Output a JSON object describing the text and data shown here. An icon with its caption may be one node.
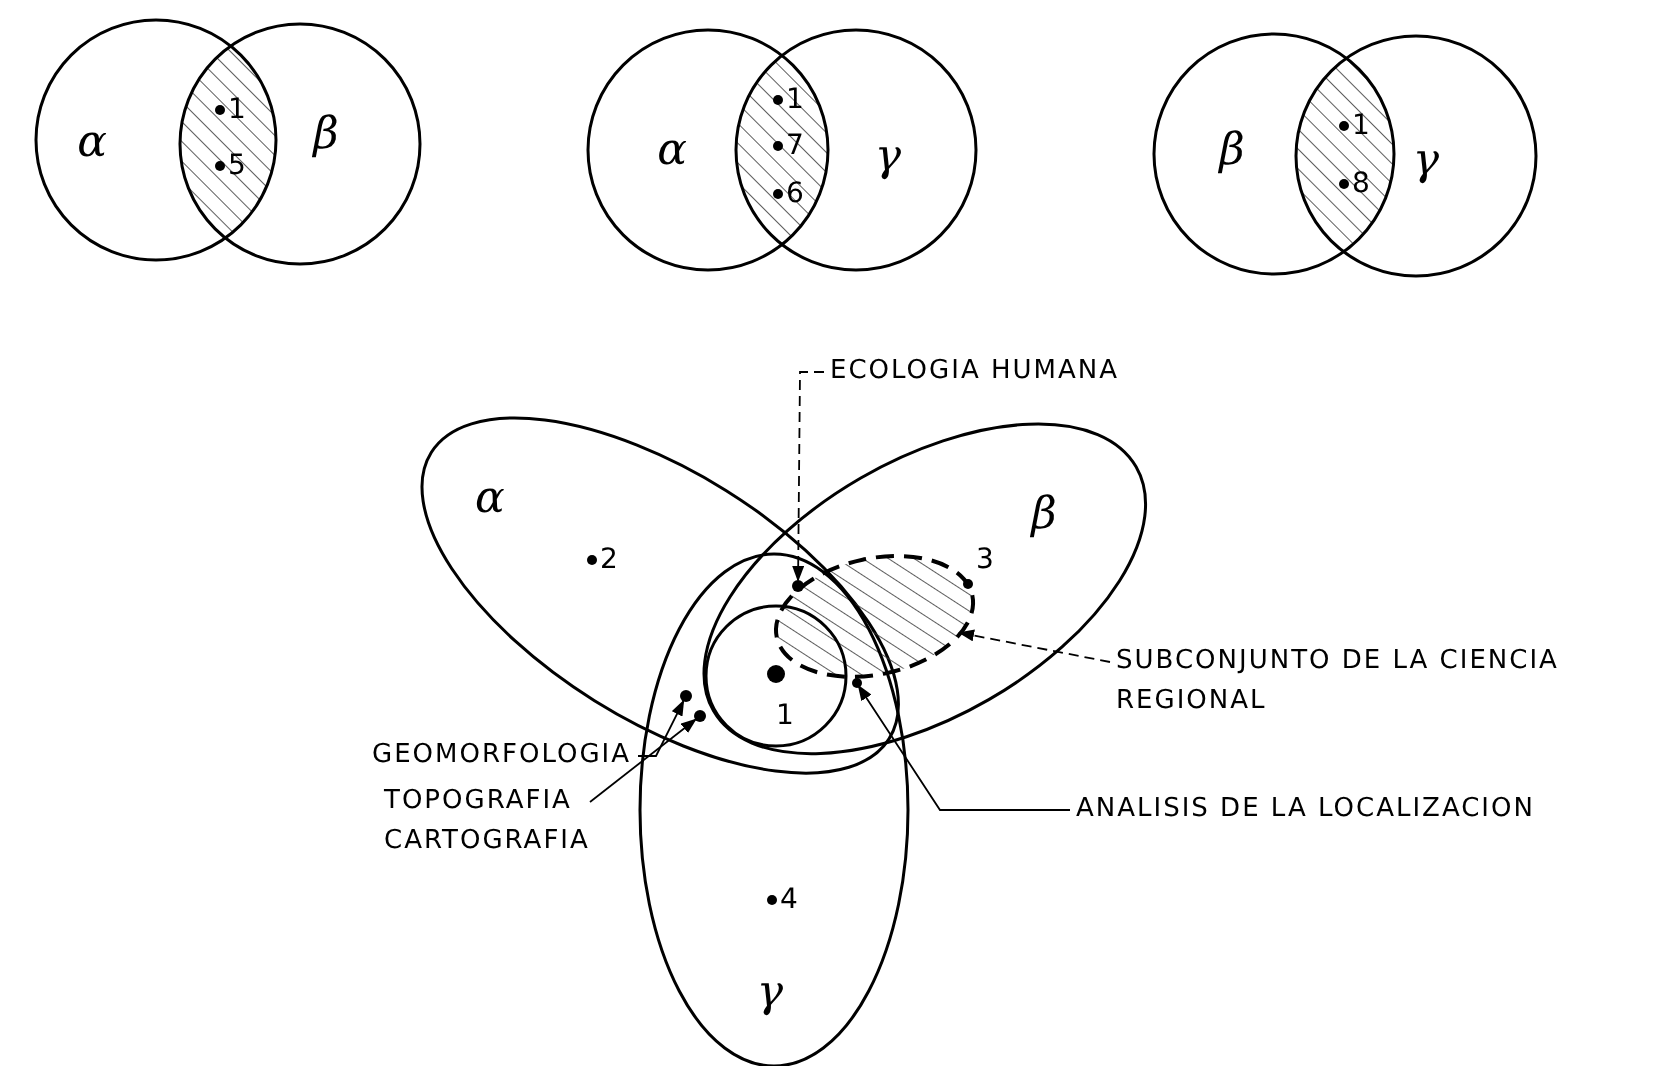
{
  "diagram": {
    "nodes": [
      {
        "text": [
          "α"
        ]
      },
      {
        "text": [
          "β"
        ]
      },
      {
        "text": [
          "α"
        ]
      },
      {
        "text": [
          "γ"
        ]
      },
      {
        "text": [
          "β"
        ]
      },
      {
        "text": [
          "γ"
        ]
      },
      {
        "text": [
          "α"
        ]
      },
      {
        "text": [
          "β"
        ]
      },
      {
        "text": [
          "γ"
        ]
      },
      {
        "text": [],
        "shape": "circle"
      },
      {
        "text": [],
        "shape": "ellipse",
        "in": 7
      },
      {
        "text": [
          "ECOLOGIA HUMANA"
        ]
      },
      {
        "text": [],
        "shape": "circle"
      },
      {
        "text": [
          "SUBCONJUNTO DE LA CIENCIA REGIONAL"
        ]
      },
      {
        "text": [
          "ANALISIS DE LA LOCALIZACION"
        ]
      },
      {
        "text": [],
        "shape": "circle"
      },
      {
        "text": [
          "GEOMORFOLOGIA"
        ]
      },
      {
        "text": [],
        "shape": "circle"
      },
      {
        "text": [
          "TOPOGRAFIA CARTOGRAFIA"
        ]
      },
      {
        "text": [],
        "shape": "circle"
      }
    ],
    "edges": [
      {
        "from": 11,
        "to": 12,
        "arrow": "to",
        "style": "dashed"
      },
      {
        "from": 13,
        "to": 10,
        "arrow": "to",
        "style": "dashed"
      },
      {
        "from": 14,
        "to": 15,
        "arrow": "to"
      },
      {
        "from": 16,
        "to": 17,
        "arrow": "to"
      },
      {
        "from": 18,
        "to": 19,
        "arrow": "to"
      }
    ],
    "labels": [
      "1",
      "5",
      "1",
      "7",
      "6",
      "1",
      "8",
      "2",
      "3",
      "1",
      "4"
    ]
  }
}
